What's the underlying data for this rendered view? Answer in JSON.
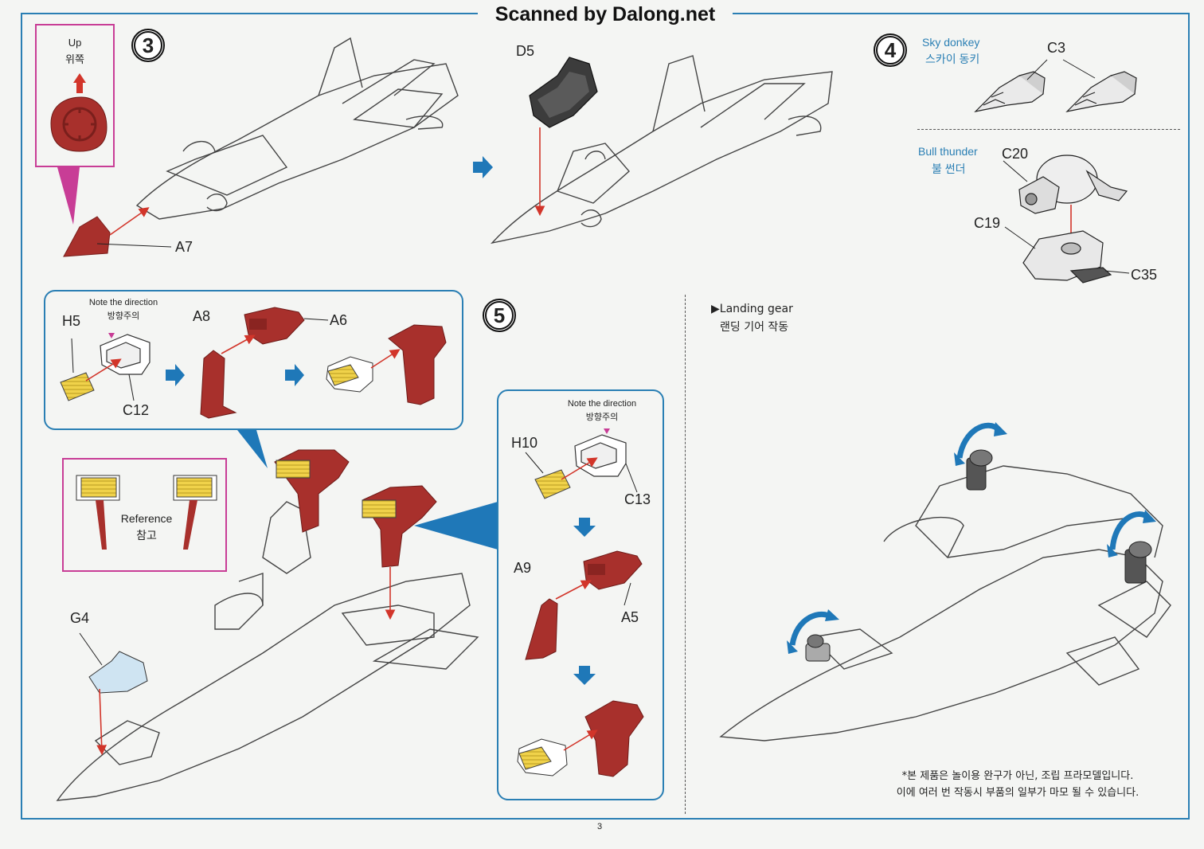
{
  "header": {
    "scan_credit": "Scanned by Dalong.net"
  },
  "page_number": "3",
  "steps": [
    {
      "number": "3"
    },
    {
      "number": "4"
    },
    {
      "number": "5"
    }
  ],
  "step3": {
    "up_en": "Up",
    "up_ko": "위쪽",
    "part_a7": "A7",
    "part_d5": "D5"
  },
  "step4": {
    "sky_donkey_en": "Sky donkey",
    "sky_donkey_ko": "스카이 동키",
    "part_c3": "C3",
    "bull_thunder_en": "Bull thunder",
    "bull_thunder_ko": "불 썬더",
    "part_c20": "C20",
    "part_c19": "C19",
    "part_c35": "C35"
  },
  "step5": {
    "note_direction_en": "Note the direction",
    "note_direction_ko": "방향주의",
    "part_h5": "H5",
    "part_c12": "C12",
    "part_a8": "A8",
    "part_a6": "A6",
    "reference_en": "Reference",
    "reference_ko": "참고",
    "part_g4": "G4",
    "note2_direction_en": "Note the direction",
    "note2_direction_ko": "방향주의",
    "part_h10": "H10",
    "part_c13": "C13",
    "part_a9": "A9",
    "part_a5": "A5"
  },
  "landing_gear": {
    "title_en": "Landing gear",
    "title_ko": "랜딩 기어 작동"
  },
  "disclaimer": {
    "line1": "*본 제품은 놀이용 완구가 아닌, 조립 프라모델입니다.",
    "line2": "이에 여러 번 작동시 부품의 일부가 마모 될 수 있습니다."
  },
  "colors": {
    "frame_blue": "#2a7fb4",
    "magenta": "#c83d96",
    "part_red": "#a8302c",
    "part_yellow": "#f0d24a",
    "arrow_blue": "#1f78b8",
    "arrow_red": "#d2352a"
  },
  "icons": [
    "up-arrow-icon",
    "right-arrow-icon",
    "down-arrow-icon",
    "rotate-arrow-icon"
  ]
}
